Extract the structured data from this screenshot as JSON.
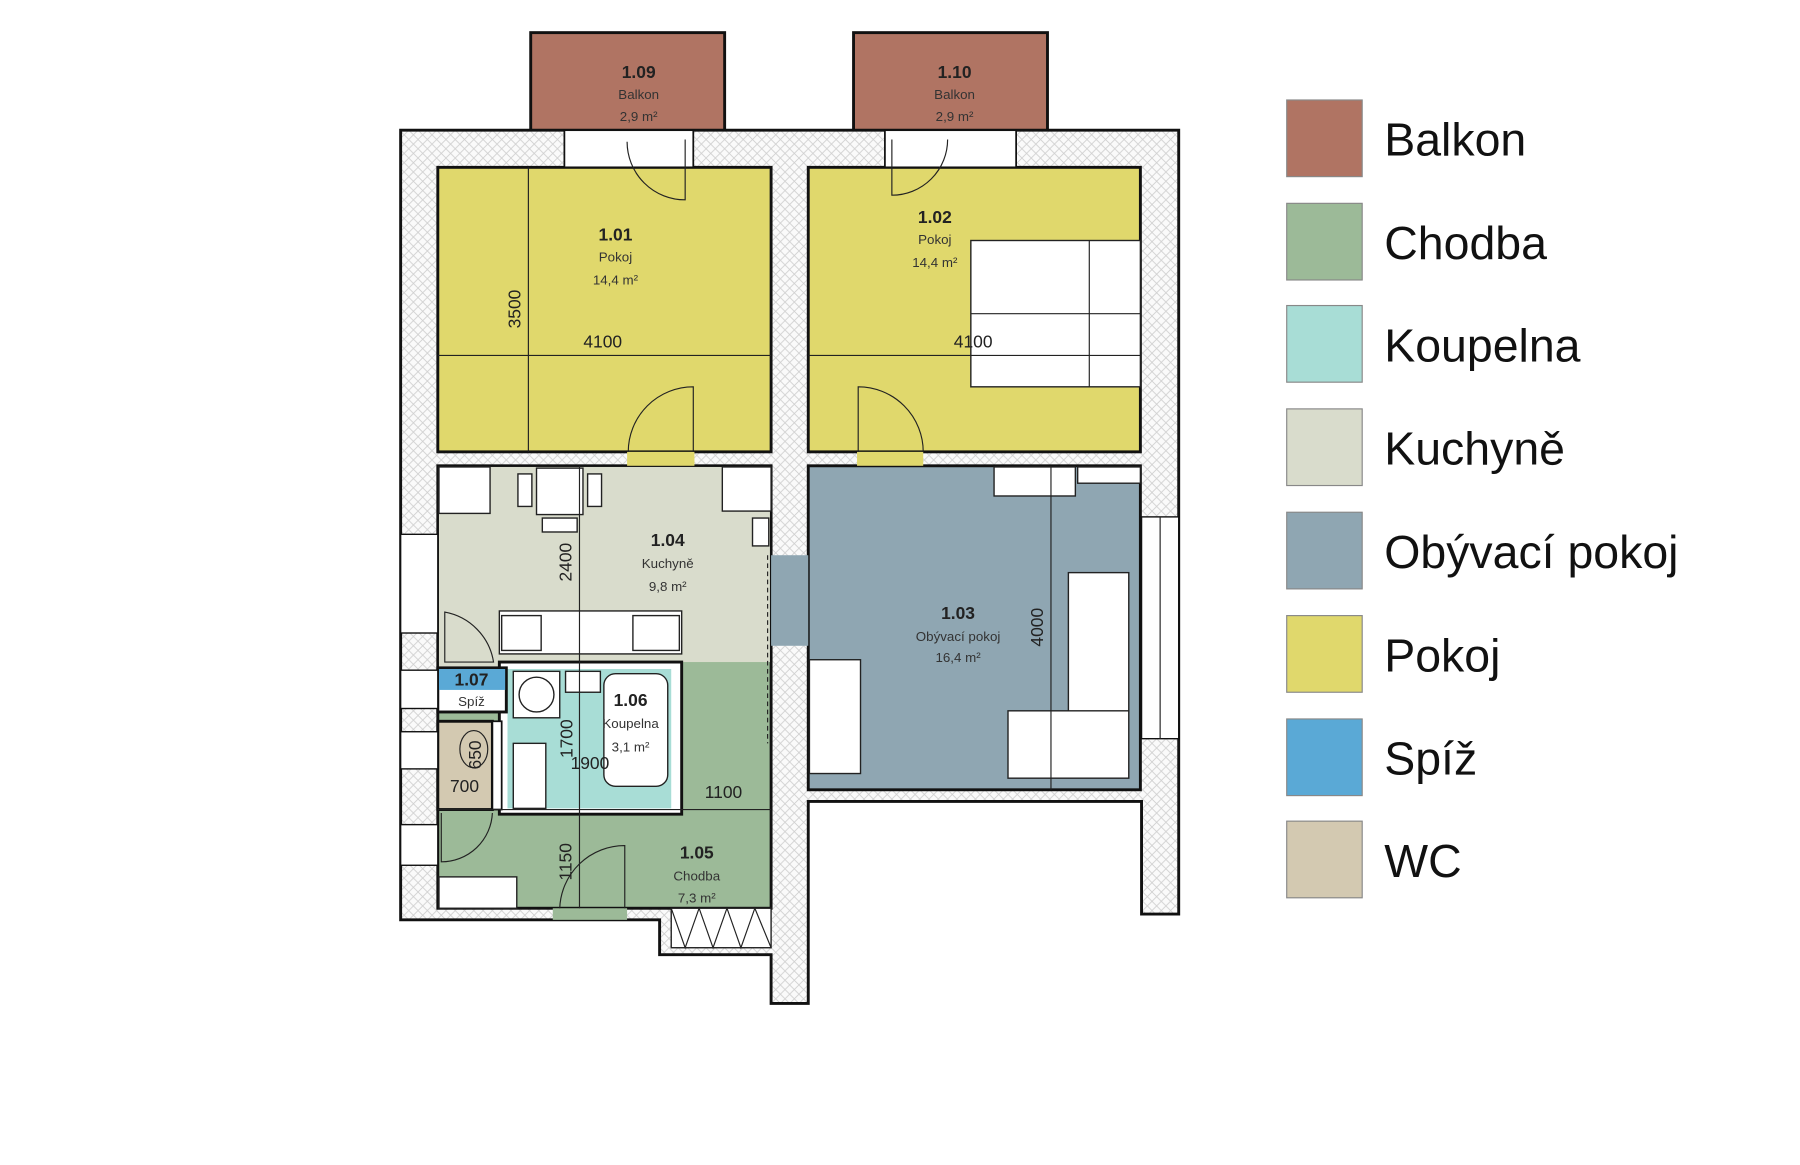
{
  "colors": {
    "balkon": "#b07463",
    "chodba": "#9cba98",
    "koupelna": "#a8ddd6",
    "kuchyne": "#d9dccc",
    "obyvaci_pokoj": "#8fa6b2",
    "pokoj": "#e0d86c",
    "spiz": "#5aa9d6",
    "wc": "#d3c9b1"
  },
  "rooms": {
    "r109": {
      "number": "1.09",
      "name": "Balkon",
      "area": "2,9 m²"
    },
    "r110": {
      "number": "1.10",
      "name": "Balkon",
      "area": "2,9 m²"
    },
    "r101": {
      "number": "1.01",
      "name": "Pokoj",
      "area": "14,4 m²"
    },
    "r102": {
      "number": "1.02",
      "name": "Pokoj",
      "area": "14,4 m²"
    },
    "r103": {
      "number": "1.03",
      "name": "Obývací pokoj",
      "area": "16,4 m²"
    },
    "r104": {
      "number": "1.04",
      "name": "Kuchyně",
      "area": "9,8 m²"
    },
    "r105": {
      "number": "1.05",
      "name": "Chodba",
      "area": "7,3 m²"
    },
    "r106": {
      "number": "1.06",
      "name": "Koupelna",
      "area": "3,1 m²"
    },
    "r107": {
      "number": "1.07",
      "name": "Spíž"
    }
  },
  "dimensions": {
    "d101_v": "3500",
    "d101_h": "4100",
    "d102_h": "4100",
    "d104_v": "2400",
    "d103_v": "4000",
    "d106_v": "1700",
    "d106_h": "1900",
    "d105_h": "1100",
    "d105_v": "1150",
    "wc_h": "700",
    "wc_v": "650"
  },
  "legend": [
    {
      "label": "Balkon",
      "color": "#b07463"
    },
    {
      "label": "Chodba",
      "color": "#9cba98"
    },
    {
      "label": "Koupelna",
      "color": "#a8ddd6"
    },
    {
      "label": "Kuchyně",
      "color": "#d9dccc"
    },
    {
      "label": "Obývací pokoj",
      "color": "#8fa6b2"
    },
    {
      "label": "Pokoj",
      "color": "#e0d86c"
    },
    {
      "label": "Spíž",
      "color": "#5aa9d6"
    },
    {
      "label": "WC",
      "color": "#d3c9b1"
    }
  ]
}
